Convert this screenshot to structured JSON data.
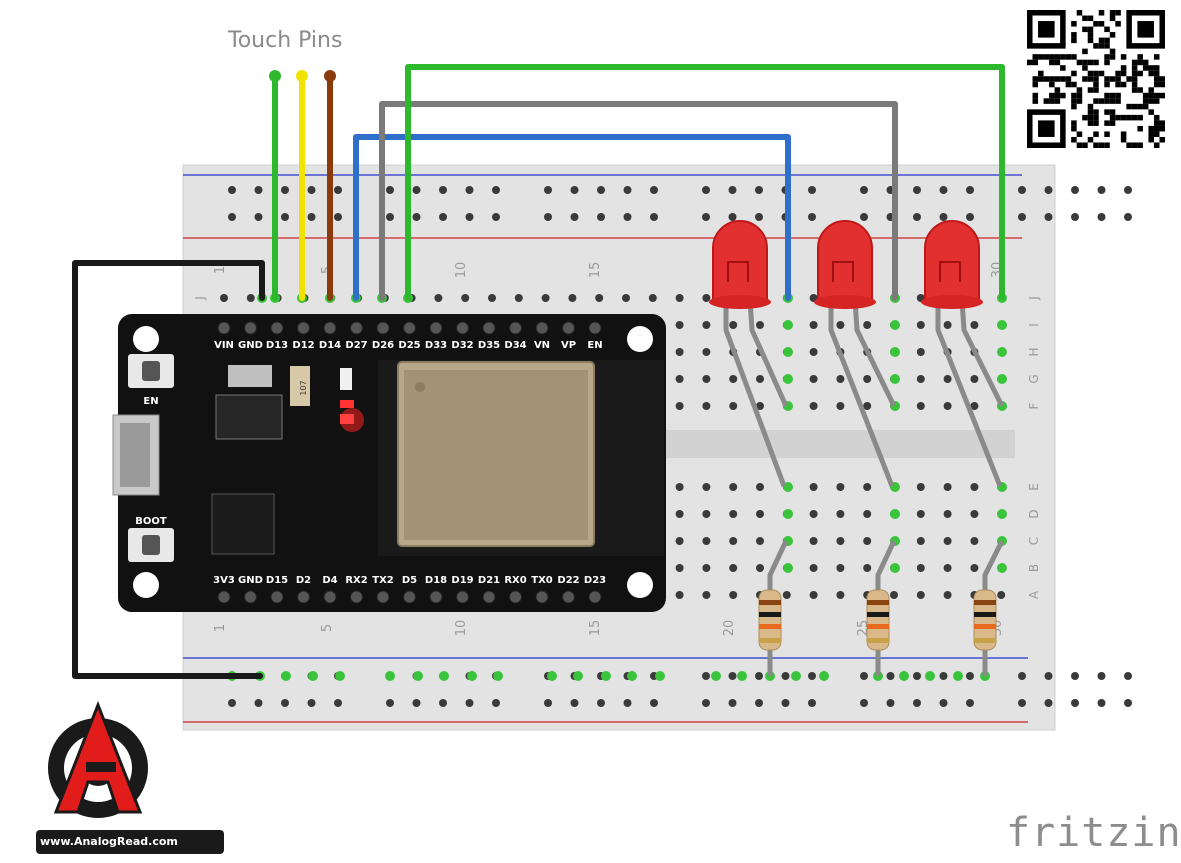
{
  "diagram": {
    "title": "Touch Pins",
    "watermark": "fritzing",
    "logo_text": "www.AnalogRead.com",
    "breadboard": {
      "column_numbers": [
        "1",
        "5",
        "10",
        "15",
        "20",
        "25",
        "30"
      ],
      "row_letters_top": [
        "J",
        "I",
        "H",
        "G",
        "F"
      ],
      "row_letters_bottom": [
        "E",
        "D",
        "C",
        "B",
        "A"
      ]
    },
    "esp32": {
      "top_pins": [
        "VIN",
        "GND",
        "D13",
        "D12",
        "D14",
        "D27",
        "D26",
        "D25",
        "D33",
        "D32",
        "D35",
        "D34",
        "VN",
        "VP",
        "EN"
      ],
      "bottom_pins": [
        "3V3",
        "GND",
        "D15",
        "D2",
        "D4",
        "RX2",
        "TX2",
        "D5",
        "D18",
        "D19",
        "D21",
        "RX0",
        "TX0",
        "D22",
        "D23"
      ],
      "button_en": "EN",
      "button_boot": "BOOT",
      "chip_mark": "107"
    },
    "wire_colors": {
      "green": "#2eb82e",
      "yellow": "#f2e200",
      "brown": "#8b3a0e",
      "blue": "#2f6fc9",
      "gray": "#7a7a7a",
      "black": "#1a1a1a"
    }
  }
}
